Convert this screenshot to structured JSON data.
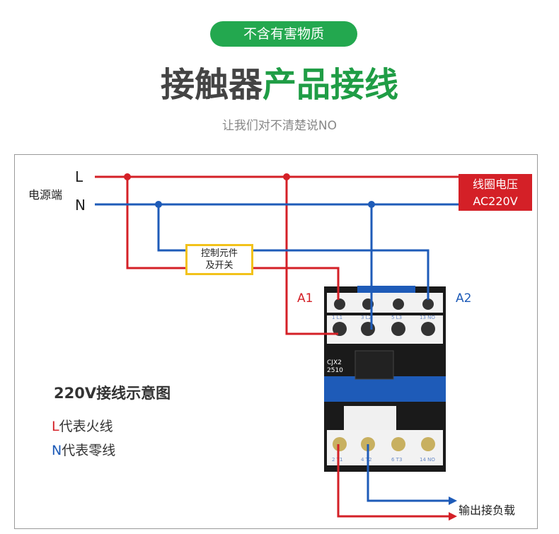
{
  "badge": "不含有害物质",
  "title_part1": "接触器",
  "title_part2": "产品接线",
  "subtitle": "让我们对不清楚说NO",
  "power_source": "电源端",
  "line_l": "L",
  "line_n": "N",
  "coil_voltage": {
    "line1": "线圈电压",
    "line2": "AC220V"
  },
  "control_element": {
    "line1": "控制元件",
    "line2": "及开关"
  },
  "coil_a1": "A1",
  "coil_a2": "A2",
  "diagram_title": "220V接线示意图",
  "legend": {
    "l_letter": "L",
    "l_text": "代表火线",
    "n_letter": "N",
    "n_text": "代表零线"
  },
  "output_load": "输出接负载",
  "contactor": {
    "model_line1": "CJX2",
    "model_line2": "2510",
    "top_terminals": [
      "1 L1",
      "3 L2",
      "5 L3",
      "13 NO"
    ],
    "bottom_terminals": [
      "2 T1",
      "4 T2",
      "6 T3",
      "14 NO"
    ]
  },
  "colors": {
    "live": "#d42027",
    "neutral": "#1e5bb8",
    "green": "#23a84f",
    "yellow": "#f2c21a"
  }
}
